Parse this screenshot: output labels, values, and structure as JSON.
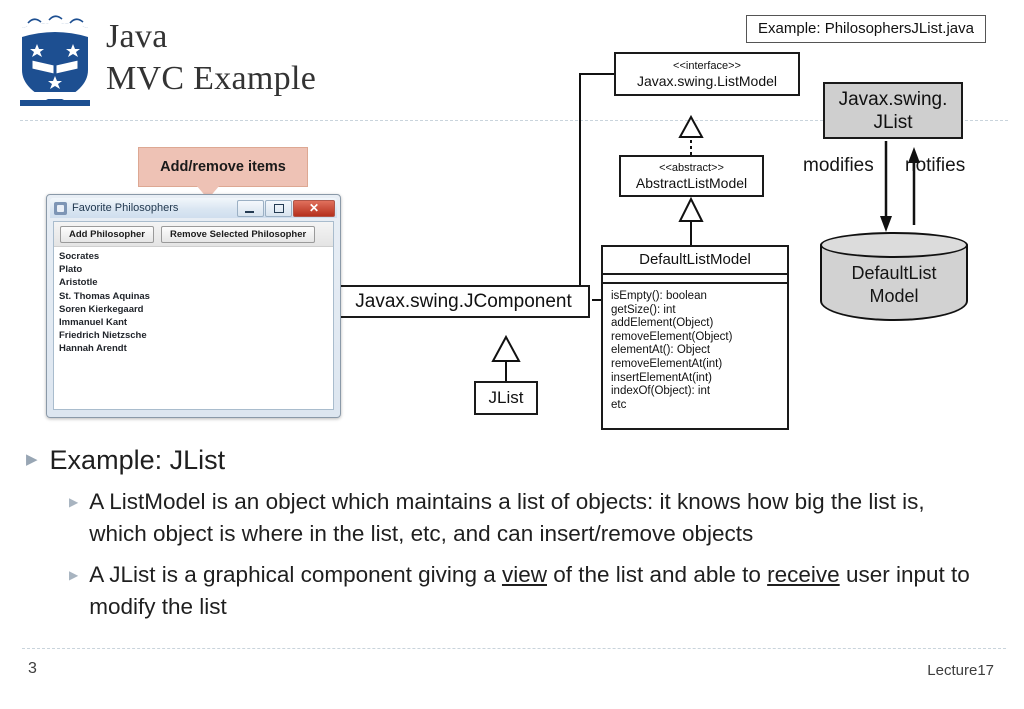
{
  "header": {
    "title_line1": "Java",
    "title_line2": "MVC Example",
    "logo_alt": "university-of-auckland-logo"
  },
  "footer": {
    "page_number": "3",
    "lecture": "Lecture17"
  },
  "diagram": {
    "example_file_box": "Example: PhilosophersJList.java",
    "interface_box": {
      "stereotype": "<<interface>>",
      "name": "Javax.swing.ListModel"
    },
    "abstract_box": {
      "stereotype": "<<abstract>>",
      "name": "AbstractListModel"
    },
    "default_list_model": {
      "title": "DefaultListModel",
      "methods": [
        "isEmpty(): boolean",
        "getSize(): int",
        "addElement(Object)",
        "removeElement(Object)",
        "elementAt(): Object",
        "removeElementAt(int)",
        "insertElementAt(int)",
        "indexOf(Object): int",
        "etc"
      ]
    },
    "jcomponent_box": "Javax.swing.JComponent",
    "jlist_box": "JList",
    "jlist_gray_box_line1": "Javax.swing.",
    "jlist_gray_box_line2": "JList",
    "cylinder_line1": "DefaultList",
    "cylinder_line2": "Model",
    "arrow_modifies": "modifies",
    "arrow_notifies": "notifies"
  },
  "callout": {
    "text": "Add/remove items",
    "color": "#eec2b5"
  },
  "swing_window": {
    "title": "Favorite Philosophers",
    "window_controls": {
      "minimize": "minimize-button",
      "maximize": "maximize-button",
      "close": "✕"
    },
    "buttons": [
      "Add Philosopher",
      "Remove Selected Philosopher"
    ],
    "list_items": [
      "Socrates",
      "Plato",
      "Aristotle",
      "St. Thomas Aquinas",
      "Soren Kierkegaard",
      "Immanuel Kant",
      "Friedrich Nietzsche",
      "Hannah Arendt"
    ]
  },
  "bullets": {
    "heading": "Example: JList",
    "item1": "A ListModel is an object which maintains a list of objects: it knows how big the list is, which object is where in the list, etc, and can insert/remove objects",
    "item2_part1": "A JList is a graphical component giving a ",
    "item2_underline1": "view",
    "item2_part2": " of the list and able to ",
    "item2_underline2": "receive",
    "item2_part3": " user input to modify the list"
  }
}
